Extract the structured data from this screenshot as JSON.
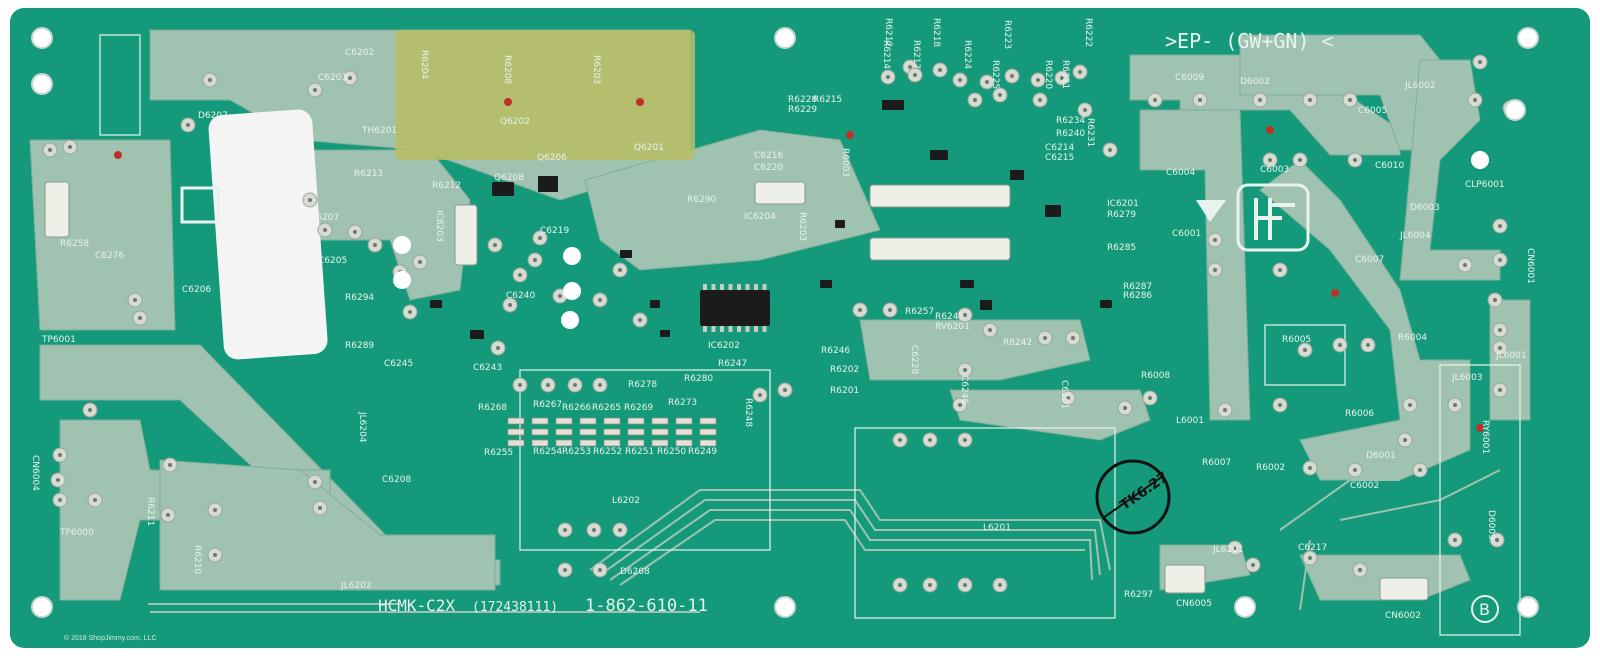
{
  "board": {
    "colors": {
      "substrate": "#149a7a",
      "copper": "#9fc3b0",
      "copper_dark": "#7fae98",
      "silk": "#e9f3ee",
      "chip": "#1b1b1b",
      "solder": "#d7dcd3",
      "label_sticker": "#f4f4f4",
      "heatsink": "#b9bd64"
    },
    "top_label": ">EP- (GW+GN) <",
    "part_number": "1-862-610-11",
    "board_name": "HCMK-C2X",
    "board_code": "(172438111)",
    "corner_mark": "B",
    "stamp_text": "TK6.27",
    "copyright": "© 2018 ShopJimmy.com, LLC",
    "ref_labels": [
      {
        "id": "c6202",
        "text": "C6202"
      },
      {
        "id": "c6203",
        "text": "C6203"
      },
      {
        "id": "d6207",
        "text": "D6207"
      },
      {
        "id": "th6201",
        "text": "TH6201"
      },
      {
        "id": "q6202",
        "text": "Q6202"
      },
      {
        "id": "q6201",
        "text": "Q6201"
      },
      {
        "id": "q6208",
        "text": "Q6208"
      },
      {
        "id": "q6206",
        "text": "Q6206"
      },
      {
        "id": "r6213",
        "text": "R6213"
      },
      {
        "id": "r6212",
        "text": "R6212"
      },
      {
        "id": "c6207",
        "text": "C6207"
      },
      {
        "id": "c6205",
        "text": "C6205"
      },
      {
        "id": "ic6203",
        "text": "IC6203"
      },
      {
        "id": "c6206",
        "text": "C6206"
      },
      {
        "id": "r6294",
        "text": "R6294"
      },
      {
        "id": "r6289",
        "text": "R6289"
      },
      {
        "id": "c6245",
        "text": "C6245"
      },
      {
        "id": "c6243",
        "text": "C6243"
      },
      {
        "id": "c6240",
        "text": "C6240"
      },
      {
        "id": "c6219",
        "text": "C6219"
      },
      {
        "id": "r6268",
        "text": "R6268"
      },
      {
        "id": "r6267",
        "text": "R6267"
      },
      {
        "id": "r6266",
        "text": "R6266"
      },
      {
        "id": "r6265",
        "text": "R6265"
      },
      {
        "id": "r6269",
        "text": "R6269"
      },
      {
        "id": "r6255",
        "text": "R6255"
      },
      {
        "id": "r6254",
        "text": "R6254"
      },
      {
        "id": "r6253",
        "text": "R6253"
      },
      {
        "id": "r6252",
        "text": "R6252"
      },
      {
        "id": "r6251",
        "text": "R6251"
      },
      {
        "id": "r6250",
        "text": "R6250"
      },
      {
        "id": "r6249",
        "text": "R6249"
      },
      {
        "id": "r6278",
        "text": "R6278"
      },
      {
        "id": "r6280",
        "text": "R6280"
      },
      {
        "id": "r6273",
        "text": "R6273"
      },
      {
        "id": "r6247",
        "text": "R6247"
      },
      {
        "id": "r6248",
        "text": "R6248"
      },
      {
        "id": "l6202",
        "text": "L6202"
      },
      {
        "id": "d6208",
        "text": "D6208"
      },
      {
        "id": "ic6202",
        "text": "IC6202"
      },
      {
        "id": "ic6204",
        "text": "IC6204"
      },
      {
        "id": "c6216",
        "text": "C6216"
      },
      {
        "id": "c6220",
        "text": "C6220"
      },
      {
        "id": "r6290",
        "text": "R6290"
      },
      {
        "id": "r6203",
        "text": "R6203"
      },
      {
        "id": "r6201",
        "text": "R6201"
      },
      {
        "id": "r6202",
        "text": "R6202"
      },
      {
        "id": "r6246",
        "text": "R6246"
      },
      {
        "id": "r6257",
        "text": "R6257"
      },
      {
        "id": "r6245",
        "text": "R6245"
      },
      {
        "id": "rv6201",
        "text": "RV6201"
      },
      {
        "id": "c6228",
        "text": "C6228"
      },
      {
        "id": "c6246",
        "text": "C6246"
      },
      {
        "id": "r6242",
        "text": "R6242"
      },
      {
        "id": "c6201",
        "text": "C6201"
      },
      {
        "id": "l6201",
        "text": "L6201"
      },
      {
        "id": "r6234",
        "text": "R6234"
      },
      {
        "id": "r6240",
        "text": "R6240"
      },
      {
        "id": "c6214",
        "text": "C6214"
      },
      {
        "id": "c6215",
        "text": "C6215"
      },
      {
        "id": "ic6201",
        "text": "IC6201"
      },
      {
        "id": "r6279",
        "text": "R6279"
      },
      {
        "id": "r6285",
        "text": "R6285"
      },
      {
        "id": "r6287",
        "text": "R6287"
      },
      {
        "id": "r6286",
        "text": "R6286"
      },
      {
        "id": "r6208",
        "text": "R6208"
      },
      {
        "id": "r6203b",
        "text": "R6203"
      },
      {
        "id": "r6204",
        "text": "R6204"
      },
      {
        "id": "r6211",
        "text": "R6211"
      },
      {
        "id": "r6210",
        "text": "R6210"
      },
      {
        "id": "c6208",
        "text": "C6208"
      },
      {
        "id": "jl6202",
        "text": "JL6202"
      },
      {
        "id": "jl6204",
        "text": "JL6204"
      },
      {
        "id": "tp6000",
        "text": "TP6000"
      },
      {
        "id": "tp6001",
        "text": "TP6001"
      },
      {
        "id": "cn6004",
        "text": "CN6004"
      },
      {
        "id": "r6258",
        "text": "R6258"
      },
      {
        "id": "c6276",
        "text": "C6276"
      },
      {
        "id": "c6009",
        "text": "C6009"
      },
      {
        "id": "d6002",
        "text": "D6002"
      },
      {
        "id": "jl6002",
        "text": "JL6002"
      },
      {
        "id": "c6005",
        "text": "C6005"
      },
      {
        "id": "c6004",
        "text": "C6004"
      },
      {
        "id": "c6003",
        "text": "C6003"
      },
      {
        "id": "c6010",
        "text": "C6010"
      },
      {
        "id": "clp6001",
        "text": "CLP6001"
      },
      {
        "id": "d6003",
        "text": "D6003"
      },
      {
        "id": "jl6004",
        "text": "JL6004"
      },
      {
        "id": "cn6001",
        "text": "CN6001"
      },
      {
        "id": "c6001",
        "text": "C6001"
      },
      {
        "id": "c6007",
        "text": "C6007"
      },
      {
        "id": "r6005",
        "text": "R6005"
      },
      {
        "id": "r6004",
        "text": "R6004"
      },
      {
        "id": "jl6001",
        "text": "JL6001"
      },
      {
        "id": "jl6003",
        "text": "JL6003"
      },
      {
        "id": "r6006",
        "text": "R6006"
      },
      {
        "id": "r6008",
        "text": "R6008"
      },
      {
        "id": "l6001",
        "text": "L6001"
      },
      {
        "id": "r6007",
        "text": "R6007"
      },
      {
        "id": "r6002",
        "text": "R6002"
      },
      {
        "id": "d6001",
        "text": "D6001"
      },
      {
        "id": "c6002",
        "text": "C6002"
      },
      {
        "id": "ry6001",
        "text": "RY6001"
      },
      {
        "id": "c6217",
        "text": "C6217"
      },
      {
        "id": "jl6201",
        "text": "JL6201"
      },
      {
        "id": "cn6005",
        "text": "CN6005"
      },
      {
        "id": "r6297",
        "text": "R6297"
      },
      {
        "id": "cn6002",
        "text": "CN6002"
      },
      {
        "id": "d6009",
        "text": "D6009"
      },
      {
        "id": "r6212t",
        "text": "R6212"
      },
      {
        "id": "r6214",
        "text": "R6214"
      },
      {
        "id": "r6217",
        "text": "R6217"
      },
      {
        "id": "r6218",
        "text": "R6218"
      },
      {
        "id": "r6224",
        "text": "R6224"
      },
      {
        "id": "r6225",
        "text": "R6225"
      },
      {
        "id": "r6220",
        "text": "R6220"
      },
      {
        "id": "r6221",
        "text": "R6221"
      },
      {
        "id": "r6222",
        "text": "R6222"
      },
      {
        "id": "r6223",
        "text": "R6223"
      },
      {
        "id": "r6228",
        "text": "R6228"
      },
      {
        "id": "r6229",
        "text": "R6229"
      },
      {
        "id": "r6231",
        "text": "R6231"
      },
      {
        "id": "r6215",
        "text": "R6215"
      },
      {
        "id": "r6003",
        "text": "R6003"
      }
    ]
  }
}
